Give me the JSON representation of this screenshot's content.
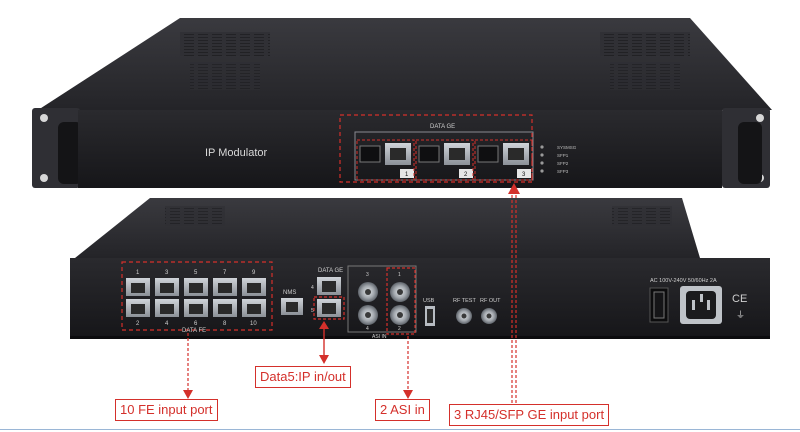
{
  "front_panel": {
    "model_label": "IP Modulator",
    "data_ge_label": "DATA GE",
    "port_numbers": [
      "1",
      "2",
      "3"
    ],
    "led_labels": [
      "SYSMSG",
      "SFP1",
      "SFP2",
      "SFP3"
    ]
  },
  "rear_panel": {
    "fe_top_numbers": [
      "1",
      "3",
      "5",
      "7",
      "9"
    ],
    "fe_bottom_numbers": [
      "2",
      "4",
      "6",
      "8",
      "10"
    ],
    "data_fe_label": "DATA FE",
    "nms_label": "NMS",
    "data_ge_label": "DATA GE",
    "data_ge_port_numbers": [
      "4",
      "5"
    ],
    "asi_numbers": [
      "3",
      "1",
      "4",
      "2"
    ],
    "asi_label": "ASI IN",
    "usb_label": "USB",
    "rf_test_label": "RF TEST",
    "rf_out_label": "RF OUT",
    "power_label": "AC 100V-240V 50/60Hz 2A"
  },
  "callouts": {
    "fe_input": "10 FE input port",
    "data5": "Data5:IP in/out",
    "asi_in": "2 ASI in",
    "ge_input": "3 RJ45/SFP GE input port"
  },
  "colors": {
    "chassis": "#2b2b2f",
    "panel": "#1d1d20",
    "annotation_red": "#d4302b",
    "port_metal": "#a9aeb5"
  }
}
